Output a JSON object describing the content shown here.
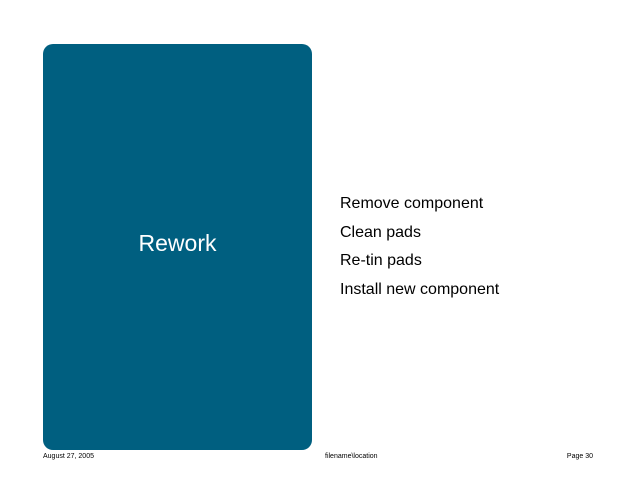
{
  "slide": {
    "panel": {
      "title": "Rework",
      "color": "#005f80"
    },
    "bullets": [
      "Remove component",
      "Clean pads",
      "Re-tin pads",
      "Install new component"
    ],
    "footer": {
      "date": "August 27, 2005",
      "file": "filename\\location",
      "page": "Page 30"
    }
  }
}
